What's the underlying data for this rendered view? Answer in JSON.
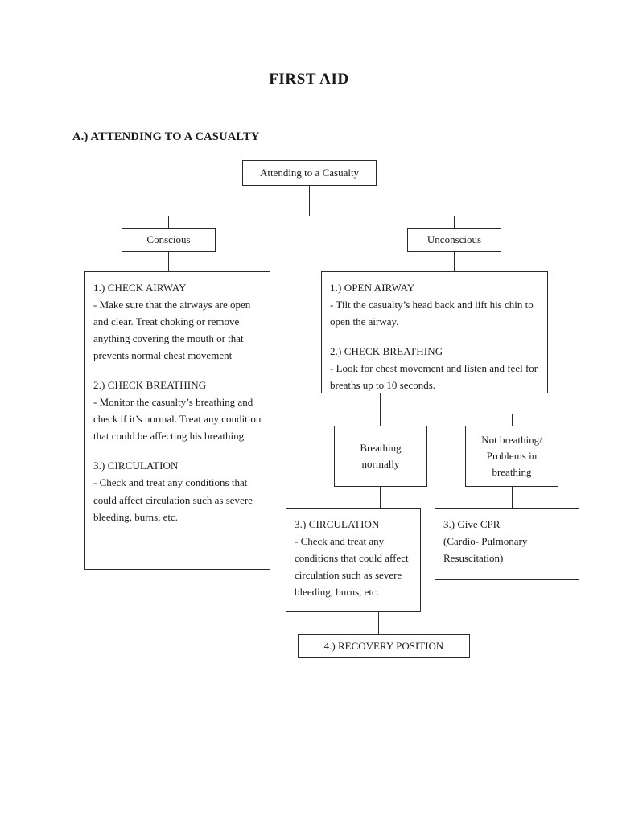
{
  "document": {
    "title": "FIRST AID",
    "section_heading": "A.) ATTENDING TO A CASUALTY"
  },
  "flowchart": {
    "root": {
      "label": "Attending to a Casualty"
    },
    "branches": {
      "conscious": {
        "label": "Conscious"
      },
      "unconscious": {
        "label": "Unconscious"
      }
    },
    "conscious_steps": {
      "step1_heading": "1.) CHECK AIRWAY",
      "step1_text": "- Make sure that the airways are open and clear. Treat choking or remove anything covering the mouth or that prevents normal chest movement",
      "step2_heading": "2.) CHECK BREATHING",
      "step2_text": "- Monitor the casualty’s breathing and check if it’s normal. Treat any condition that could be affecting his breathing.",
      "step3_heading": "3.) CIRCULATION",
      "step3_text": "- Check and treat any conditions that could affect circulation such as severe bleeding, burns, etc."
    },
    "unconscious_steps": {
      "step1_heading": "1.) OPEN AIRWAY",
      "step1_text": "- Tilt the casualty’s head back and lift his chin to open the airway.",
      "step2_heading": "2.) CHECK BREATHING",
      "step2_text": "- Look for chest movement and listen and feel for breaths up to 10 seconds."
    },
    "breathing_outcomes": {
      "normal": {
        "line1": "Breathing",
        "line2": "normally"
      },
      "not_normal": {
        "line1": "Not breathing/",
        "line2": "Problems in",
        "line3": "breathing"
      }
    },
    "outcome_actions": {
      "circulation_heading": "3.) CIRCULATION",
      "circulation_text": "- Check and treat any conditions that could affect circulation such as severe bleeding, burns, etc.",
      "cpr_line1": "3.) Give CPR",
      "cpr_line2": "(Cardio- Pulmonary",
      "cpr_line3": "Resuscitation)"
    },
    "final_step": {
      "label": "4.) RECOVERY POSITION"
    }
  },
  "style": {
    "page_background": "#ffffff",
    "text_color": "#1a1a1a",
    "border_color": "#2b2b2b"
  }
}
